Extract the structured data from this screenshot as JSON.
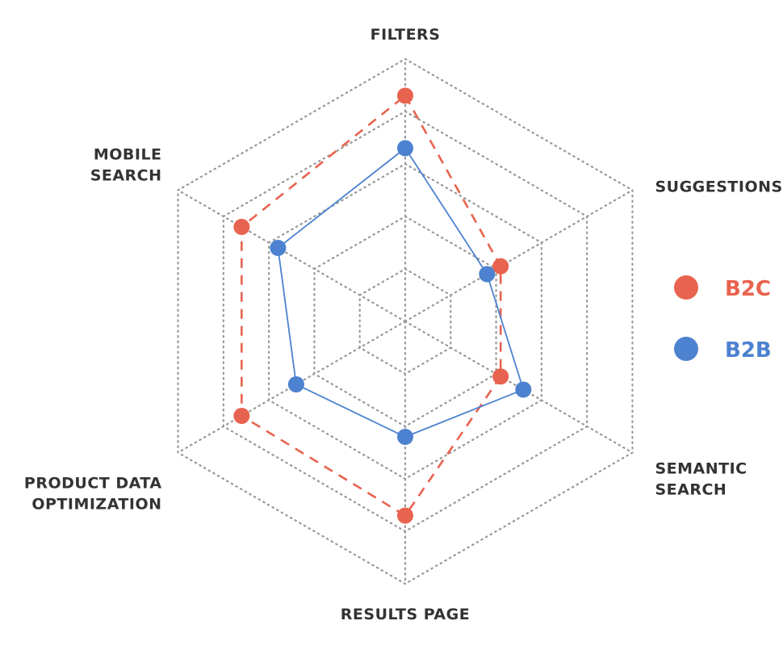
{
  "chart_data": {
    "type": "radar",
    "axes": [
      {
        "label_lines": [
          "FILTERS"
        ]
      },
      {
        "label_lines": [
          "SUGGESTIONS"
        ]
      },
      {
        "label_lines": [
          "SEMANTIC",
          "SEARCH"
        ]
      },
      {
        "label_lines": [
          "RESULTS PAGE"
        ]
      },
      {
        "label_lines": [
          "PRODUCT DATA",
          "OPTIMIZATION"
        ]
      },
      {
        "label_lines": [
          "MOBILE",
          "SEARCH"
        ]
      }
    ],
    "levels": 5,
    "grid": true,
    "range": [
      0,
      5
    ],
    "series": [
      {
        "name": "B2C",
        "color": "#E8634F",
        "line_style": "dashed",
        "values": [
          4.3,
          2.1,
          2.1,
          3.7,
          3.6,
          3.6
        ]
      },
      {
        "name": "B2B",
        "color": "#4C82CF",
        "line_style": "solid",
        "values": [
          3.3,
          1.8,
          2.6,
          2.2,
          2.4,
          2.8
        ]
      }
    ],
    "legend_position": "right"
  }
}
